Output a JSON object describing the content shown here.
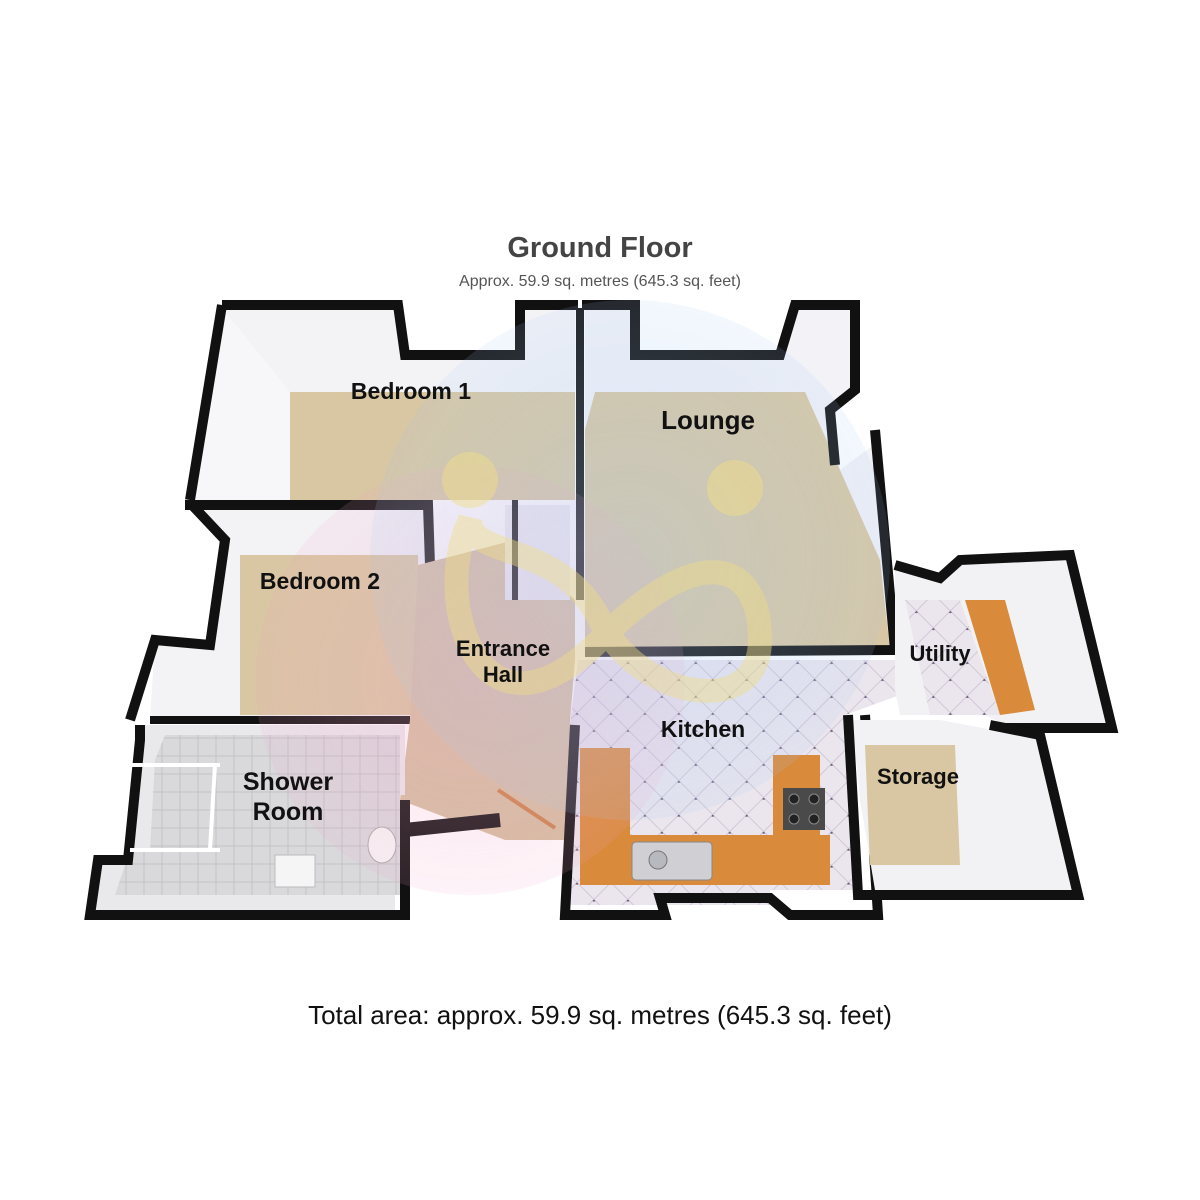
{
  "header": {
    "title": "Ground Floor",
    "subtitle": "Approx. 59.9 sq. metres (645.3 sq. feet)"
  },
  "rooms": [
    {
      "key": "bedroom1",
      "label": "Bedroom 1"
    },
    {
      "key": "lounge",
      "label": "Lounge"
    },
    {
      "key": "bedroom2",
      "label": "Bedroom 2"
    },
    {
      "key": "entrance",
      "label_line1": "Entrance",
      "label_line2": "Hall"
    },
    {
      "key": "utility",
      "label": "Utility"
    },
    {
      "key": "kitchen",
      "label": "Kitchen"
    },
    {
      "key": "storage",
      "label": "Storage"
    },
    {
      "key": "shower",
      "label_line1": "Shower",
      "label_line2": "Room"
    }
  ],
  "footer": {
    "total_area": "Total area: approx. 59.9 sq. metres (645.3 sq. feet)"
  },
  "colors": {
    "wall": "#111111",
    "carpet": "#d9c8a4",
    "floor_tile": "#ece8ee",
    "worktop": "#d98a3a",
    "wall_inner": "#f4f4f6"
  }
}
